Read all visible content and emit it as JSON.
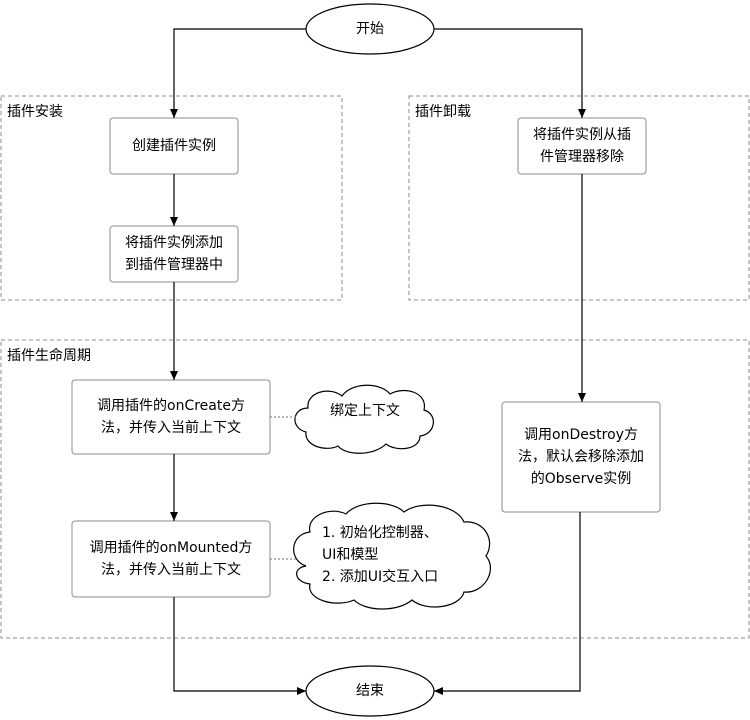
{
  "terminals": {
    "start": "开始",
    "end": "结束"
  },
  "groups": {
    "install": "插件安装",
    "uninstall": "插件卸载",
    "lifecycle": "插件生命周期"
  },
  "steps": {
    "create_instance": "创建插件实例",
    "add_to_manager": "将插件实例添加\n到插件管理器中",
    "remove_from_manager": "将插件实例从插\n件管理器移除",
    "on_create": "调用插件的onCreate方\n法，并传入当前上下文",
    "on_mounted": "调用插件的onMounted方\n法，并传入当前上下文",
    "on_destroy": "调用onDestroy方\n法，默认会移除添加\n的Observe实例"
  },
  "notes": {
    "bind_context": "绑定上下文",
    "mounted_notes": "1. 初始化控制器、\n    UI和模型\n2. 添加UI交互入口"
  },
  "colors": {
    "stroke": "#000000",
    "group_border": "#8c8c8c",
    "node_border": "#8c8c8c",
    "background": "#ffffff"
  }
}
